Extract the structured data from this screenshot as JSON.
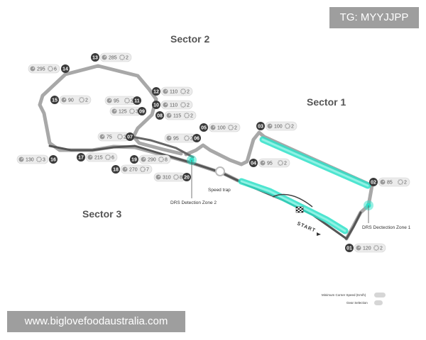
{
  "watermarks": {
    "top_right": "TG: MYYJJPP",
    "bottom_left": "www.biglovefoodaustralia.com"
  },
  "sectors": {
    "s1": "Sector 1",
    "s2": "Sector 2",
    "s3": "Sector 3"
  },
  "labels": {
    "drs1": "DRS Dectection Zone 1",
    "drs2": "DRS Detection Zone 2",
    "speed_trap": "Speed trap",
    "start": "START"
  },
  "legend": {
    "speed": "Minimum Corner Speed (Km/h)",
    "gear": "Gear Selection"
  },
  "colors": {
    "track": "#a8a8a8",
    "track_dark": "#555555",
    "drs": "#2fe0c8",
    "marker": "#3a3a3a"
  },
  "icons": {
    "speed": "speed-gauge-icon",
    "gear": "gear-icon",
    "finish": "chequered-flag-icon"
  },
  "corners": [
    {
      "num": "01",
      "speed": "120",
      "gear": "2"
    },
    {
      "num": "02",
      "speed": "85",
      "gear": "2"
    },
    {
      "num": "03",
      "speed": "100",
      "gear": "2"
    },
    {
      "num": "04",
      "speed": "95",
      "gear": "2"
    },
    {
      "num": "05",
      "speed": "100",
      "gear": "2"
    },
    {
      "num": "06",
      "speed": "95",
      "gear": "2"
    },
    {
      "num": "07",
      "speed": "75",
      "gear": "2"
    },
    {
      "num": "08",
      "speed": "115",
      "gear": "2"
    },
    {
      "num": "09",
      "speed": "125",
      "gear": "3"
    },
    {
      "num": "10",
      "speed": "110",
      "gear": "2"
    },
    {
      "num": "11",
      "speed": "95",
      "gear": "2"
    },
    {
      "num": "12",
      "speed": "110",
      "gear": "2"
    },
    {
      "num": "13",
      "speed": "285",
      "gear": "2"
    },
    {
      "num": "14",
      "speed": "295",
      "gear": "6"
    },
    {
      "num": "15",
      "speed": "90",
      "gear": "2"
    },
    {
      "num": "16",
      "speed": "130",
      "gear": "3"
    },
    {
      "num": "17",
      "speed": "215",
      "gear": "6"
    },
    {
      "num": "18",
      "speed": "270",
      "gear": "7"
    },
    {
      "num": "19",
      "speed": "290",
      "gear": "8"
    },
    {
      "num": "20",
      "speed": "310",
      "gear": "8"
    }
  ]
}
